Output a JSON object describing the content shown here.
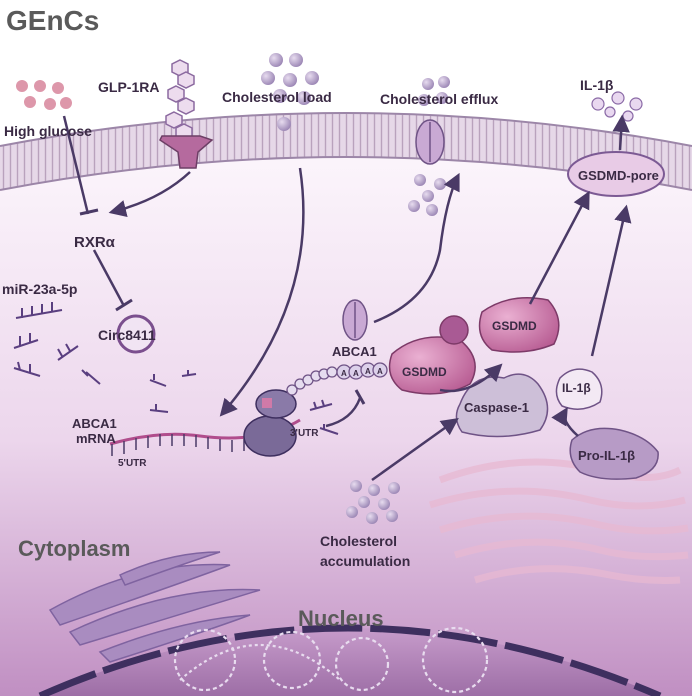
{
  "title": "GEnCs",
  "labels": {
    "high_glucose": "High glucose",
    "glp1ra": "GLP-1RA",
    "cholesterol_load": "Cholesterol load",
    "cholesterol_efflux": "Cholesterol efflux",
    "il1b_out": "IL-1β",
    "gsdmd_pore": "GSDMD-pore",
    "rxra": "RXRα",
    "mir": "miR-23a-5p",
    "circ": "Circ8411",
    "abca1_protein": "ABCA1",
    "gsdmd_left": "GSDMD",
    "gsdmd_right": "GSDMD",
    "il1b_in": "IL-1β",
    "caspase": "Caspase-1",
    "pro_il1b": "Pro-IL-1β",
    "abca1_mrna_1": "ABCA1",
    "abca1_mrna_2": "mRNA",
    "utr5": "5'UTR",
    "utr3": "3'UTR",
    "chol_acc_1": "Cholesterol",
    "chol_acc_2": "accumulation",
    "cytoplasm": "Cytoplasm",
    "nucleus": "Nucleus",
    "aa": "A"
  },
  "colors": {
    "membrane": "#d9c6dd",
    "membrane_dark": "#a58aac",
    "cytoplasm_top": "#fbf5fb",
    "cytoplasm_bottom": "#c79cc8",
    "purple_dark": "#4a3a66",
    "gsdmd": "#c46aa6",
    "pink_dot": "#d98aa0",
    "lilac": "#b79bc6"
  }
}
